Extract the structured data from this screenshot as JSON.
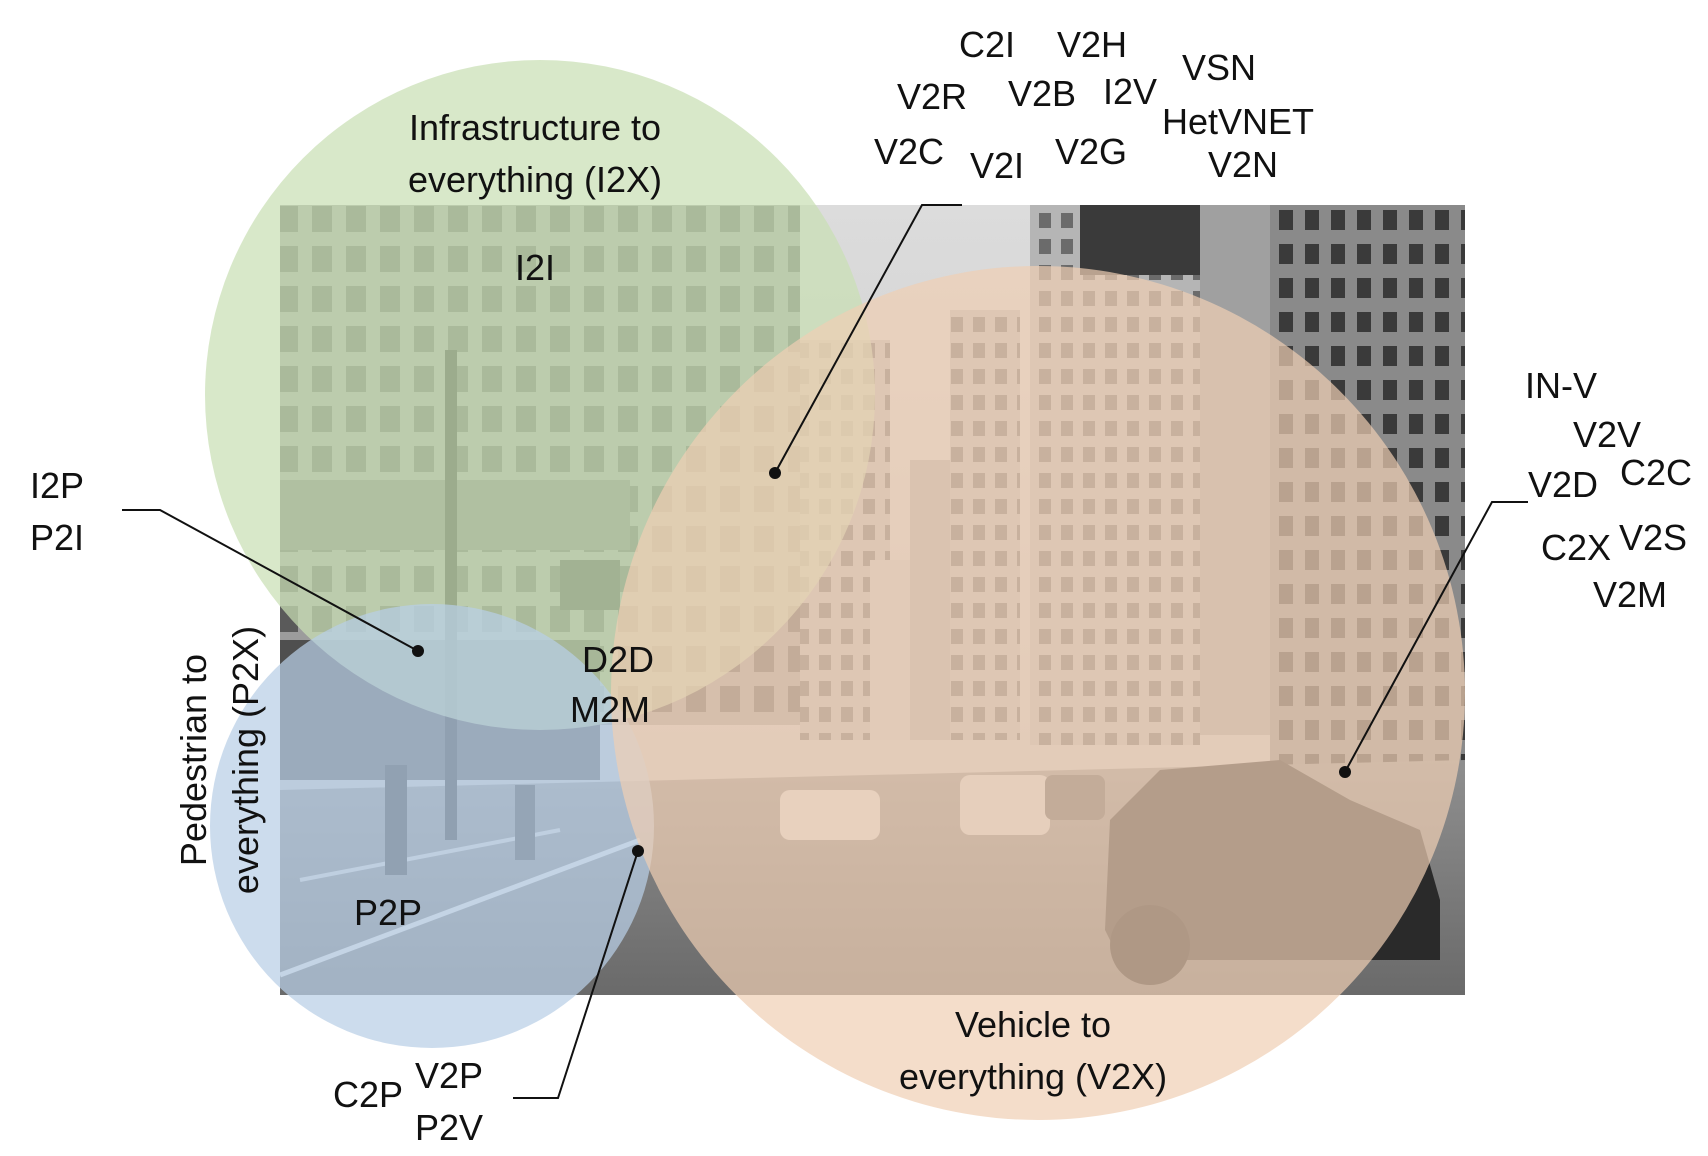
{
  "circles": {
    "i2x": {
      "title_line1": "Infrastructure to",
      "title_line2": "everything (I2X)",
      "color": "#c9dfb4"
    },
    "p2x": {
      "title_line1": "Pedestrian to",
      "title_line2": "everything (P2X)",
      "color": "#b9cfe6"
    },
    "v2x": {
      "title_line1": "Vehicle to",
      "title_line2": "everything (V2X)",
      "color": "#efcfb4"
    }
  },
  "labels": {
    "i2i": "I2I",
    "p2p": "P2P",
    "d2d": "D2D",
    "m2m": "M2M",
    "i2p": "I2P",
    "p2i": "P2I",
    "c2p": "C2P",
    "v2p": "V2P",
    "p2v": "P2V"
  },
  "vehicle_infra_terms": [
    "C2I",
    "V2H",
    "VSN",
    "V2R",
    "V2B",
    "I2V",
    "HetVNET",
    "V2C",
    "V2I",
    "V2G",
    "V2N"
  ],
  "vehicle_terms": [
    "IN-V",
    "V2V",
    "V2D",
    "C2C",
    "C2X",
    "V2S",
    "V2M"
  ],
  "photo": {
    "description_icon": "city-street-photo",
    "tone": "grayscale"
  }
}
